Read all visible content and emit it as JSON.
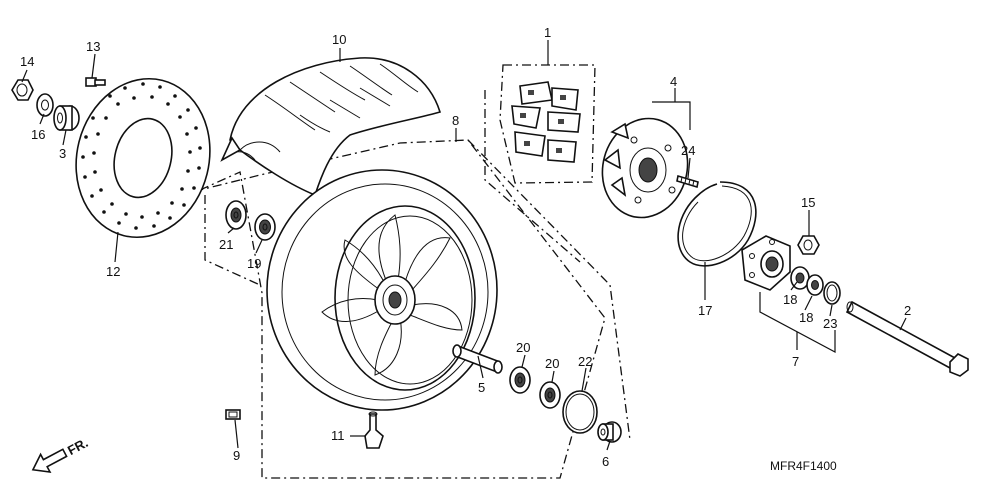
{
  "callouts": {
    "c1": "1",
    "c2": "2",
    "c3": "3",
    "c4": "4",
    "c5": "5",
    "c6": "6",
    "c7": "7",
    "c8": "8",
    "c9": "9",
    "c10": "10",
    "c11": "11",
    "c12": "12",
    "c13": "13",
    "c14": "14",
    "c15": "15",
    "c16": "16",
    "c17": "17",
    "c18a": "18",
    "c18b": "18",
    "c19": "19",
    "c20a": "20",
    "c20b": "20",
    "c21": "21",
    "c22": "22",
    "c23": "23",
    "c24": "24"
  },
  "direction_label": "FR.",
  "diagram_code": "MFR4F1400"
}
